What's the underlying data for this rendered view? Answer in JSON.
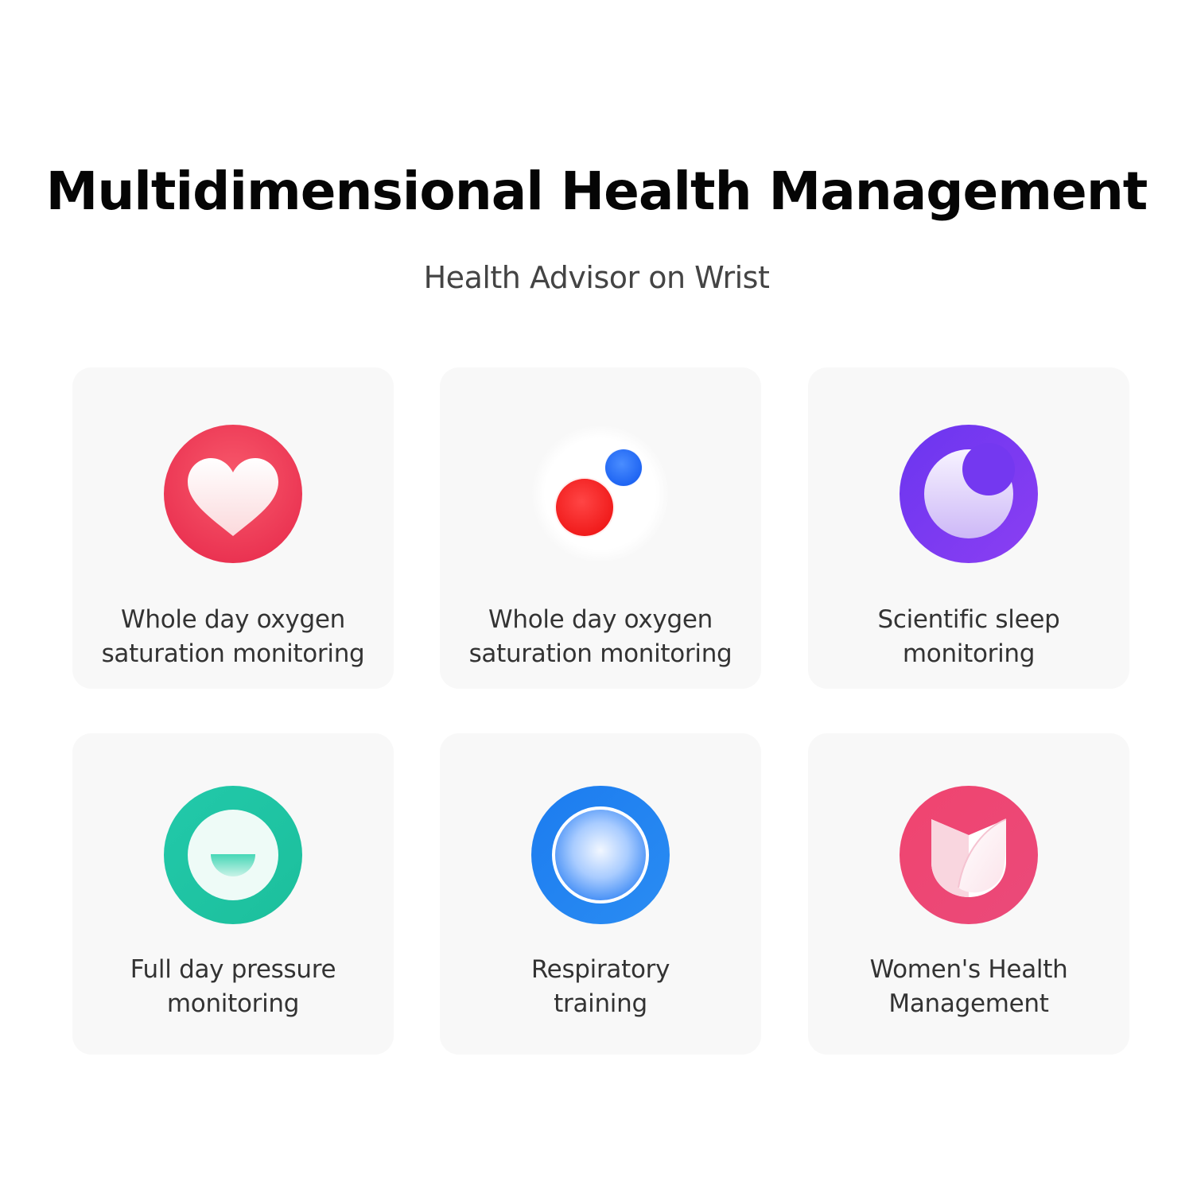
{
  "header": {
    "title": "Multidimensional Health Management",
    "subtitle": "Health Advisor on Wrist"
  },
  "features": [
    {
      "icon": "heart-icon",
      "color": "#f03e57",
      "line1": "Whole day oxygen",
      "line2": "saturation monitoring"
    },
    {
      "icon": "blood-oxygen-icon",
      "color": "#ff2b2b",
      "line1": "Whole day oxygen",
      "line2": "saturation monitoring"
    },
    {
      "icon": "moon-icon",
      "color": "#7a3cf0",
      "line1": "Scientific sleep",
      "line2": "monitoring"
    },
    {
      "icon": "pressure-face-icon",
      "color": "#1fc6a6",
      "line1": "Full day pressure",
      "line2": "monitoring"
    },
    {
      "icon": "breathing-circle-icon",
      "color": "#1f86ef",
      "line1": "Respiratory",
      "line2": "training"
    },
    {
      "icon": "lotus-icon",
      "color": "#ef4a78",
      "line1": "Women's Health",
      "line2": "Management"
    }
  ]
}
